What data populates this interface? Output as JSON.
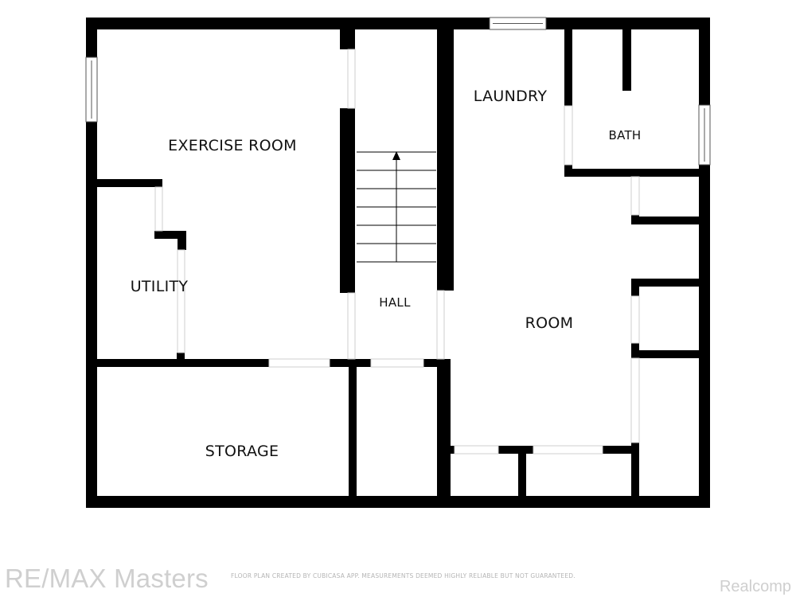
{
  "floor_plan": {
    "rooms": {
      "exercise_room": "EXERCISE ROOM",
      "utility": "UTILITY",
      "hall": "HALL",
      "storage": "STORAGE",
      "laundry": "LAUNDRY",
      "bath": "BATH",
      "room": "ROOM"
    },
    "colors": {
      "wall": "#000000",
      "background": "#ffffff",
      "window": "#555555"
    },
    "icons": [
      "window-icon",
      "stairs-up-arrow-icon"
    ]
  },
  "footer": {
    "brand_left": "RE/MAX Masters",
    "disclaimer": "FLOOR PLAN CREATED BY CUBICASA APP. MEASUREMENTS DEEMED HIGHLY RELIABLE BUT NOT GUARANTEED.",
    "brand_right": "Realcomp"
  }
}
